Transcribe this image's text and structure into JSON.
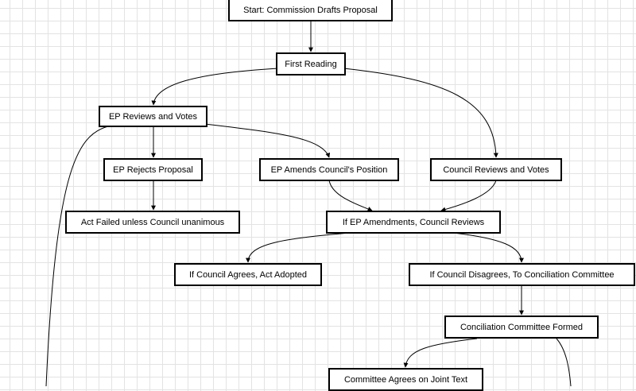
{
  "diagram": {
    "nodes": {
      "start": "Start: Commission Drafts Proposal",
      "first_reading": "First Reading",
      "ep_reviews": "EP Reviews and Votes",
      "ep_rejects": "EP Rejects Proposal",
      "ep_amends": "EP Amends Council's Position",
      "council_reviews": "Council Reviews and Votes",
      "act_failed": "Act Failed unless Council unanimous",
      "if_ep_amend": "If EP Amendments, Council Reviews",
      "council_agrees": "If Council Agrees, Act Adopted",
      "council_disagrees": "If Council Disagrees, To Conciliation Committee",
      "conciliation_formed": "Conciliation Committee Formed",
      "joint_text": "Committee Agrees on Joint Text"
    },
    "edges": [
      [
        "start",
        "first_reading"
      ],
      [
        "first_reading",
        "ep_reviews"
      ],
      [
        "first_reading",
        "council_reviews"
      ],
      [
        "ep_reviews",
        "ep_rejects"
      ],
      [
        "ep_reviews",
        "ep_amends"
      ],
      [
        "ep_rejects",
        "act_failed"
      ],
      [
        "ep_amends",
        "if_ep_amend"
      ],
      [
        "council_reviews",
        "if_ep_amend"
      ],
      [
        "if_ep_amend",
        "council_agrees"
      ],
      [
        "if_ep_amend",
        "council_disagrees"
      ],
      [
        "council_disagrees",
        "conciliation_formed"
      ],
      [
        "conciliation_formed",
        "joint_text"
      ]
    ],
    "colors": {
      "line": "#000000",
      "node_border": "#000000",
      "grid": "#e3e3e3"
    }
  }
}
